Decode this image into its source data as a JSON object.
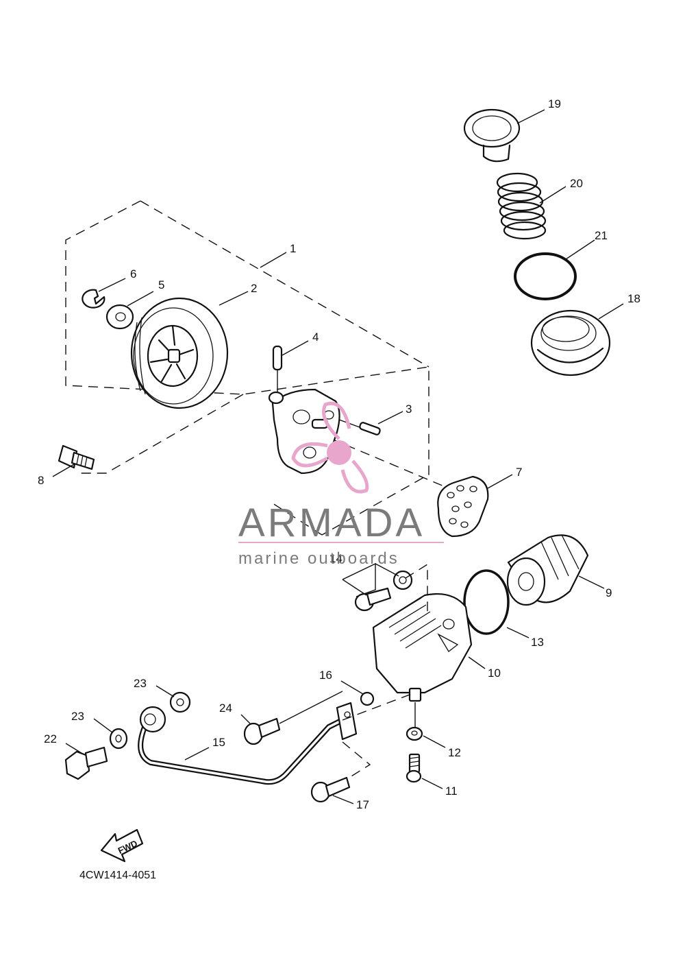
{
  "diagram": {
    "callouts": [
      "1",
      "2",
      "3",
      "4",
      "5",
      "6",
      "7",
      "8",
      "9",
      "10",
      "11",
      "12",
      "13",
      "14",
      "15",
      "16",
      "17",
      "18",
      "19",
      "20",
      "21",
      "22",
      "23",
      "23",
      "24"
    ],
    "part_code": "4CW1414-4051",
    "direction_arrow": "FWD"
  },
  "watermark": {
    "name": "ARMADA",
    "tagline": "marine outboards",
    "brand_color": "#e8a6cc",
    "text_color": "#7b7b7b"
  },
  "icons": {
    "logo": "propeller-logo-icon",
    "arrow": "fwd-arrow-icon"
  }
}
